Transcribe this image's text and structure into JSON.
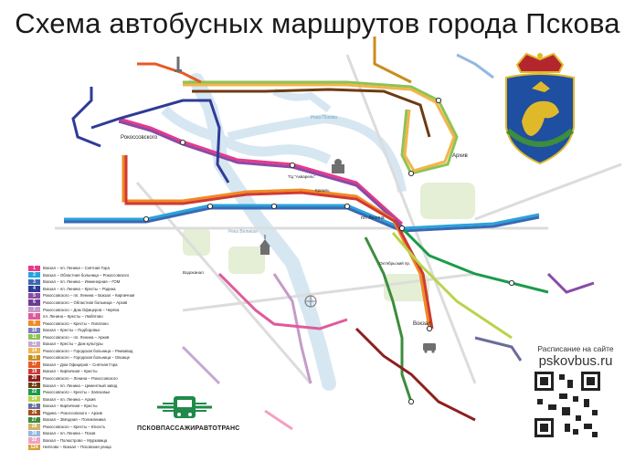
{
  "title": "Схема автобусных маршрутов города Пскова",
  "company": "ПСКОВПАССАЖИРАВТОТРАНС",
  "website": {
    "caption": "Расписание на сайте",
    "url": "pskovbus.ru"
  },
  "colors": {
    "water": "#d6e7f2",
    "park": "#e4efd6",
    "road": "#d9d9d9",
    "coat_blue": "#1f4fa0",
    "coat_red": "#b3262e",
    "coat_gold": "#e0b92b",
    "logo_green": "#1f8a4a"
  },
  "icons": {
    "coat_of_arms": "pskov-coat-of-arms-icon",
    "company_logo": "bus-company-logo-icon",
    "qr": "qr-code-icon"
  },
  "place_labels": {
    "rokossovskogo": "Рокоссовского",
    "arhiv": "Архив",
    "river_pskova": "Река Пскова",
    "river_velikaya": "Река Великая",
    "vokzal": "Вокзал",
    "lenina": "пл. Ленина",
    "uhtr": "ТЦ \"Акварель\"",
    "vodokanal": "Водоканал",
    "oktyabrskiy": "Октябрьский пр.",
    "kreml": "Кремль"
  },
  "legend": [
    {
      "num": "1",
      "color": "#e63a8c",
      "route": "Вокзал – пл. Ленина – Снятная Гора"
    },
    {
      "num": "2",
      "color": "#29a3dc",
      "route": "Вокзал – Областная больница – Рокоссовского"
    },
    {
      "num": "3",
      "color": "#3a68b4",
      "route": "Вокзал – пл. Ленина – Инженерная – ГОМ"
    },
    {
      "num": "4",
      "color": "#2f3b96",
      "route": "Вокзал – пл. Ленина – Кресты – Родина"
    },
    {
      "num": "5",
      "color": "#8a4aa6",
      "route": "Рокоссовского – пл. Ленина – Вокзал – Кирпичная"
    },
    {
      "num": "6",
      "color": "#6b3c91",
      "route": "Рокоссовского – Областная больница – Архив"
    },
    {
      "num": "7",
      "color": "#c59bc9",
      "route": "Рокоссовского – Дом Офицеров – Черёха"
    },
    {
      "num": "8",
      "color": "#e05a9a",
      "route": "пл. Ленина – Кресты – Любятово"
    },
    {
      "num": "9",
      "color": "#f08a24",
      "route": "Рокоссовского – Кресты – Лопатино"
    },
    {
      "num": "10",
      "color": "#7e7ec0",
      "route": "Вокзал – Кресты – Подборовье"
    },
    {
      "num": "11",
      "color": "#8ec255",
      "route": "Рокоссовского – пл. Ленина – Архив"
    },
    {
      "num": "12",
      "color": "#c4a8d4",
      "route": "Вокзал – Кресты – Дом культуры"
    },
    {
      "num": "14",
      "color": "#f2b54a",
      "route": "Рокоссовского – Городская больница – Ремзавод"
    },
    {
      "num": "15",
      "color": "#c98d1f",
      "route": "Рокоссовского – Городская больница – Овсище"
    },
    {
      "num": "17",
      "color": "#e65a25",
      "route": "Вокзал – Дом Офицеров – Снятная Гора"
    },
    {
      "num": "19",
      "color": "#d03a32",
      "route": "Вокзал – Кирпичная – Кресты"
    },
    {
      "num": "20",
      "color": "#8c1f1f",
      "route": "Рокоссовского – Ленина – Рокоссовского"
    },
    {
      "num": "21",
      "color": "#6d3b12",
      "route": "Вокзал – пл. Ленина – Цементный завод"
    },
    {
      "num": "22",
      "color": "#1d9a4a",
      "route": "Рокоссовского – Кресты – Запсковье"
    },
    {
      "num": "24",
      "color": "#b8d44a",
      "route": "Вокзал – пл. Ленина – Архив"
    },
    {
      "num": "25",
      "color": "#6a6d9a",
      "route": "Вокзал – Кирпичная – Кресты"
    },
    {
      "num": "26",
      "color": "#a84c1e",
      "route": "Родина – Рокоссовского – Архив"
    },
    {
      "num": "27",
      "color": "#3c8d3c",
      "route": "Вокзал – Звёздная – Поликлиника"
    },
    {
      "num": "28",
      "color": "#d2b36b",
      "route": "Рокоссовского – Кресты – Юность"
    },
    {
      "num": "30",
      "color": "#93b8e0",
      "route": "Вокзал – пл. Ленина – Псков"
    },
    {
      "num": "32",
      "color": "#f3a1c2",
      "route": "Вокзал – Полюстрово – Мурзавица"
    },
    {
      "num": "124",
      "color": "#d7a03a",
      "route": "Неёлово – Вокзал – Псковская улица"
    }
  ]
}
